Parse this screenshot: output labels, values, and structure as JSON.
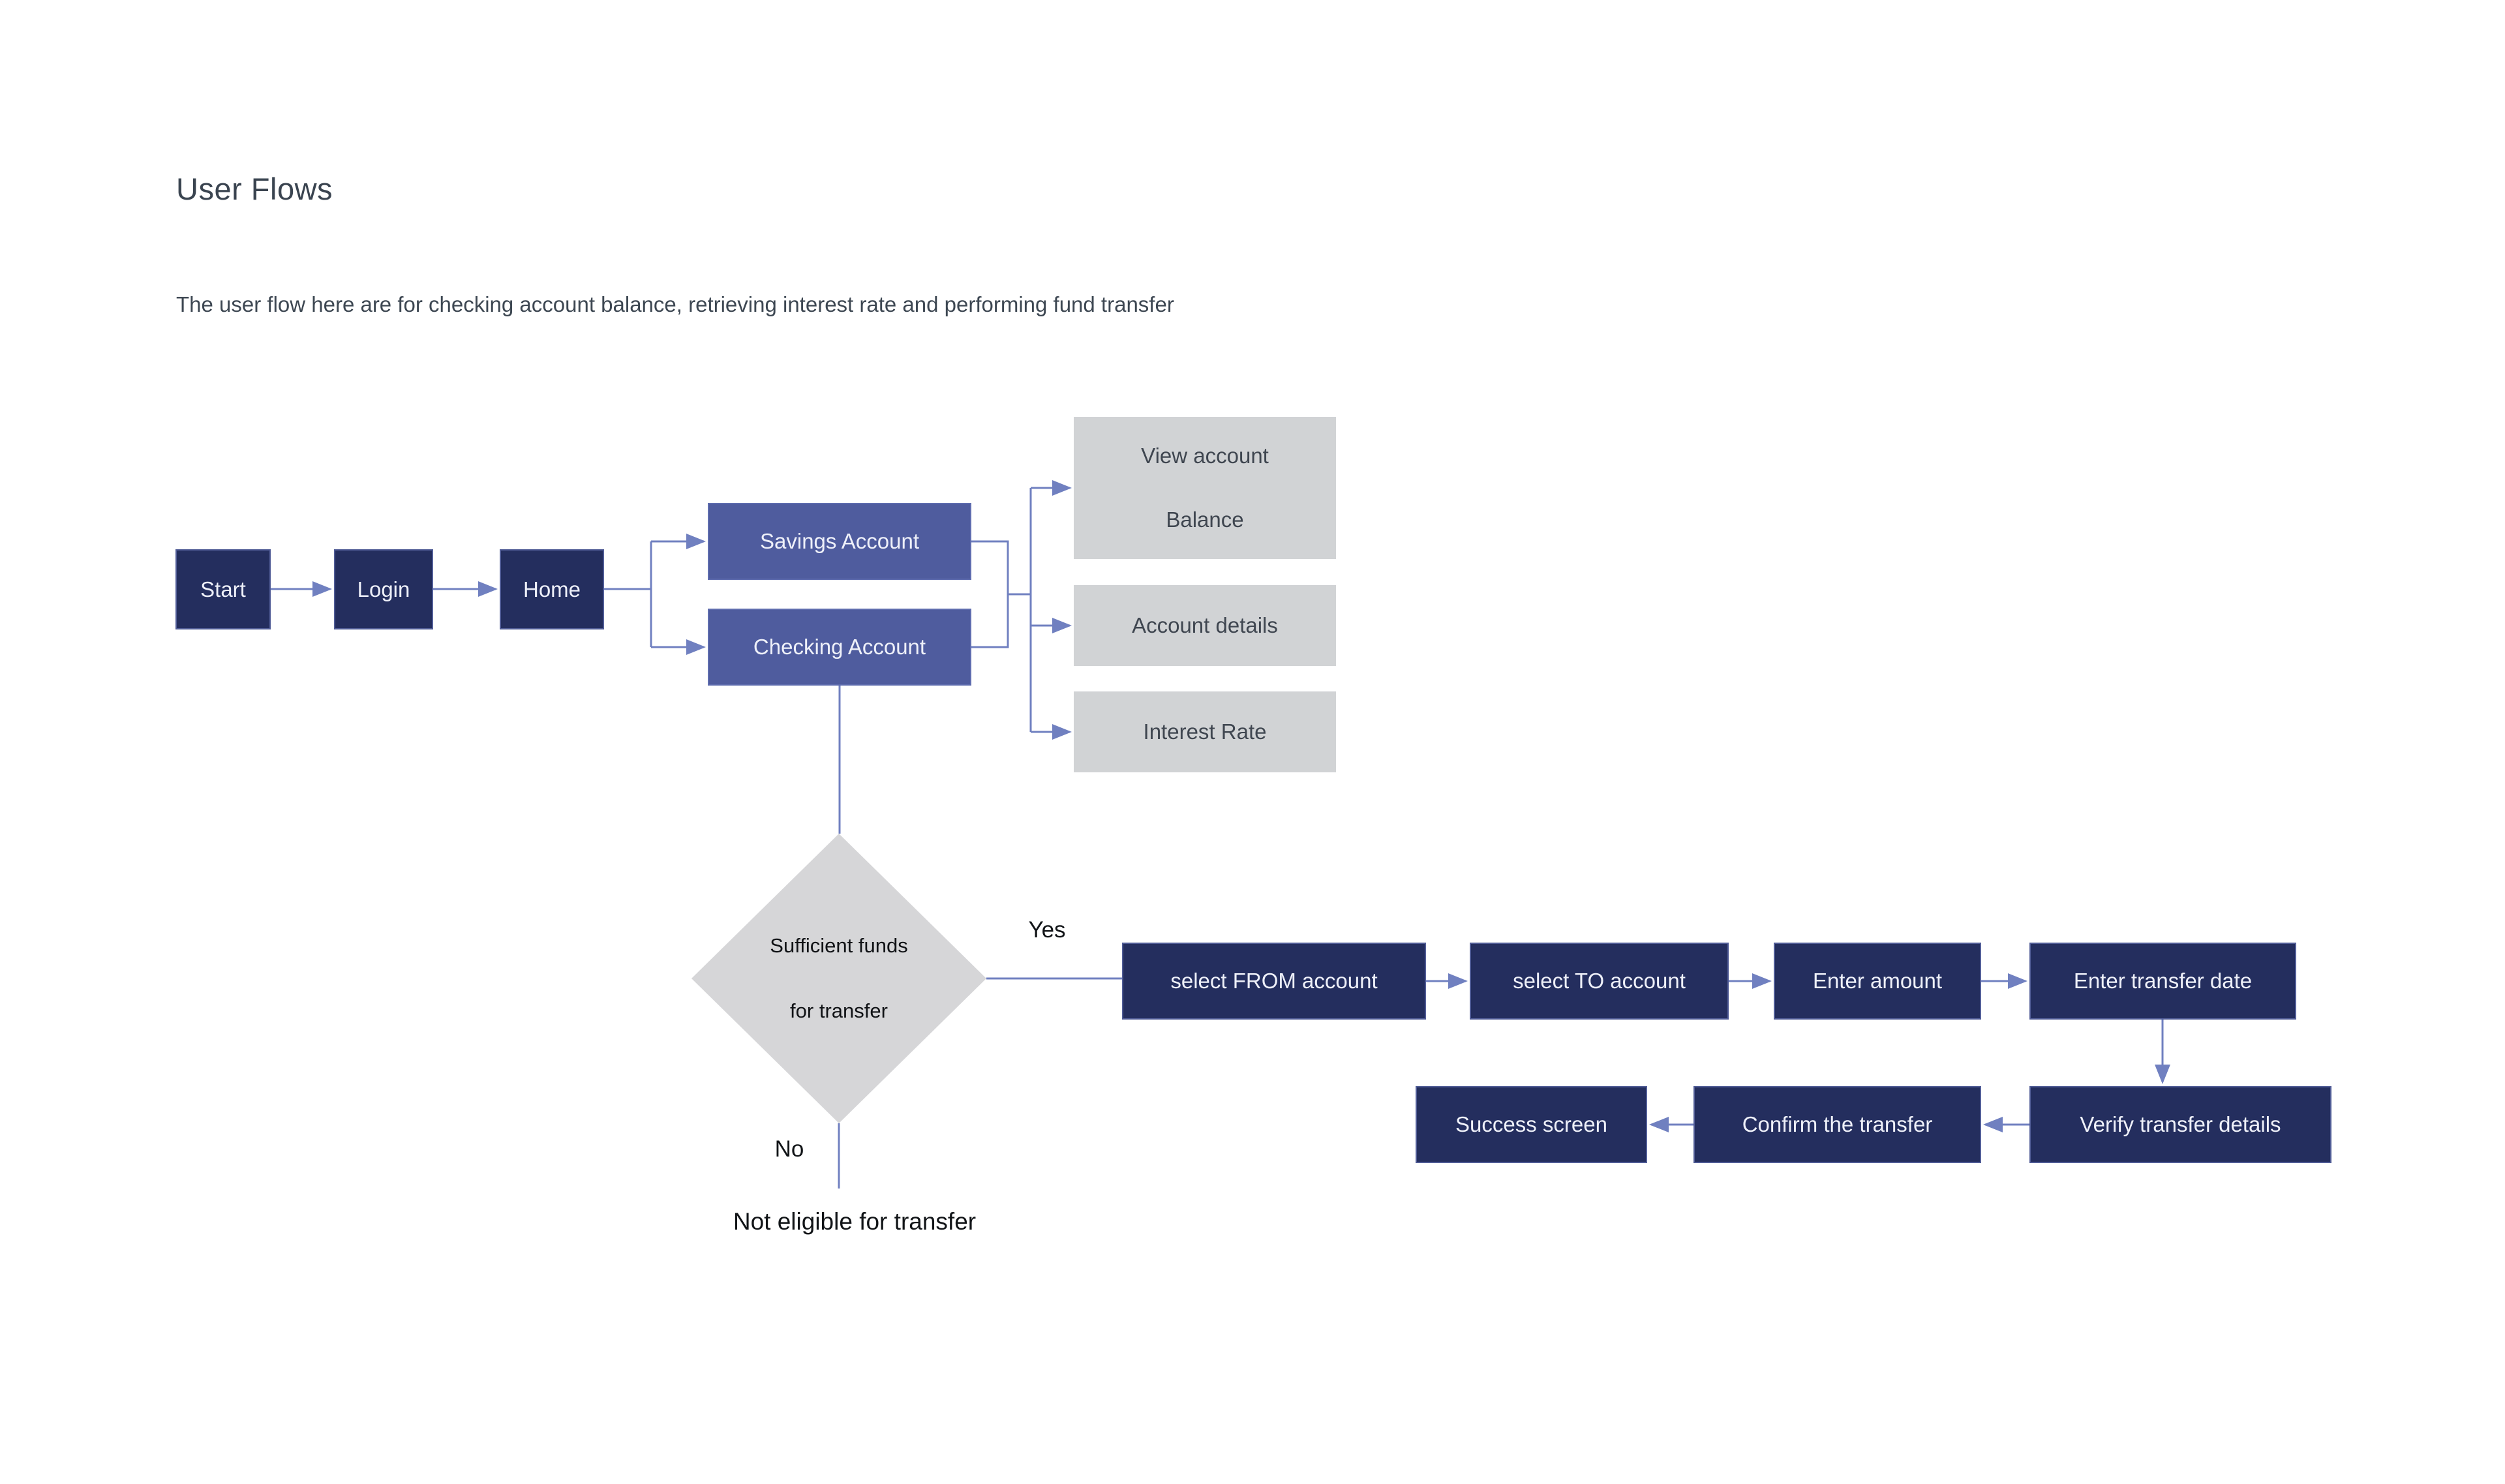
{
  "header": {
    "title": "User Flows",
    "subtitle": "The user flow here are for checking account balance, retrieving interest rate and performing fund transfer"
  },
  "nodes": {
    "start": "Start",
    "login": "Login",
    "home": "Home",
    "savings_account": "Savings Account",
    "checking_account": "Checking Account",
    "view_account_balance": {
      "line1": "View account",
      "line2": "Balance"
    },
    "account_details": "Account details",
    "interest_rate": "Interest Rate",
    "decision": {
      "line1": "Sufficient funds",
      "line2": "for transfer"
    },
    "select_from_account": "select FROM account",
    "select_to_account": "select TO account",
    "enter_amount": "Enter amount",
    "enter_transfer_date": "Enter transfer date",
    "verify_transfer_details": "Verify transfer details",
    "confirm_the_transfer": "Confirm the transfer",
    "success_screen": "Success screen"
  },
  "edge_labels": {
    "yes": "Yes",
    "no": "No",
    "no_result": "Not eligible for transfer"
  },
  "colors": {
    "dark_node_fill": "#242e5e",
    "mid_node_fill": "#4f5c9e",
    "gray_node_fill": "#d1d3d5",
    "connector": "#7080c0",
    "node_text_light": "#eef0f9",
    "node_text_dark": "#3f4650",
    "heading_text": "#3a4450"
  }
}
